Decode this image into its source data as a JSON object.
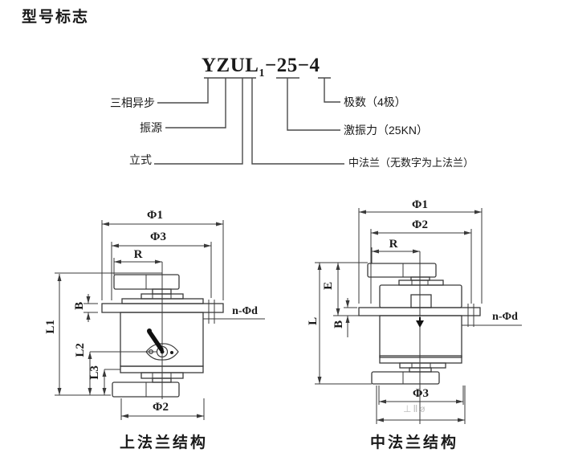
{
  "page": {
    "title": "型号标志"
  },
  "model": {
    "prefix": "YZUL",
    "subscript": "1",
    "suffix": "−25−4",
    "left_labels": [
      "三相异步",
      "振源",
      "立式"
    ],
    "right_labels": [
      "极数（4极）",
      "激振力（25KN）",
      "中法兰（无数字为上法兰）"
    ]
  },
  "drawings": {
    "left": {
      "caption": "上法兰结构",
      "dims": {
        "d1": "Φ1",
        "d3": "Φ3",
        "r": "R",
        "b": "B",
        "l1": "L1",
        "l2": "L2",
        "l3": "L3",
        "d2": "Φ2",
        "bolt": "n-Φd"
      }
    },
    "right": {
      "caption": "中法兰结构",
      "dims": {
        "d1": "Φ1",
        "d2": "Φ2",
        "r": "R",
        "e": "E",
        "l": "L",
        "b": "B",
        "d3": "Φ3",
        "bolt": "n-Φd"
      },
      "watermark": "⊥Ⅱø"
    }
  },
  "colors": {
    "line": "#3a3a3a",
    "text": "#1a1a1a",
    "watermark": "#c0c0c0"
  }
}
